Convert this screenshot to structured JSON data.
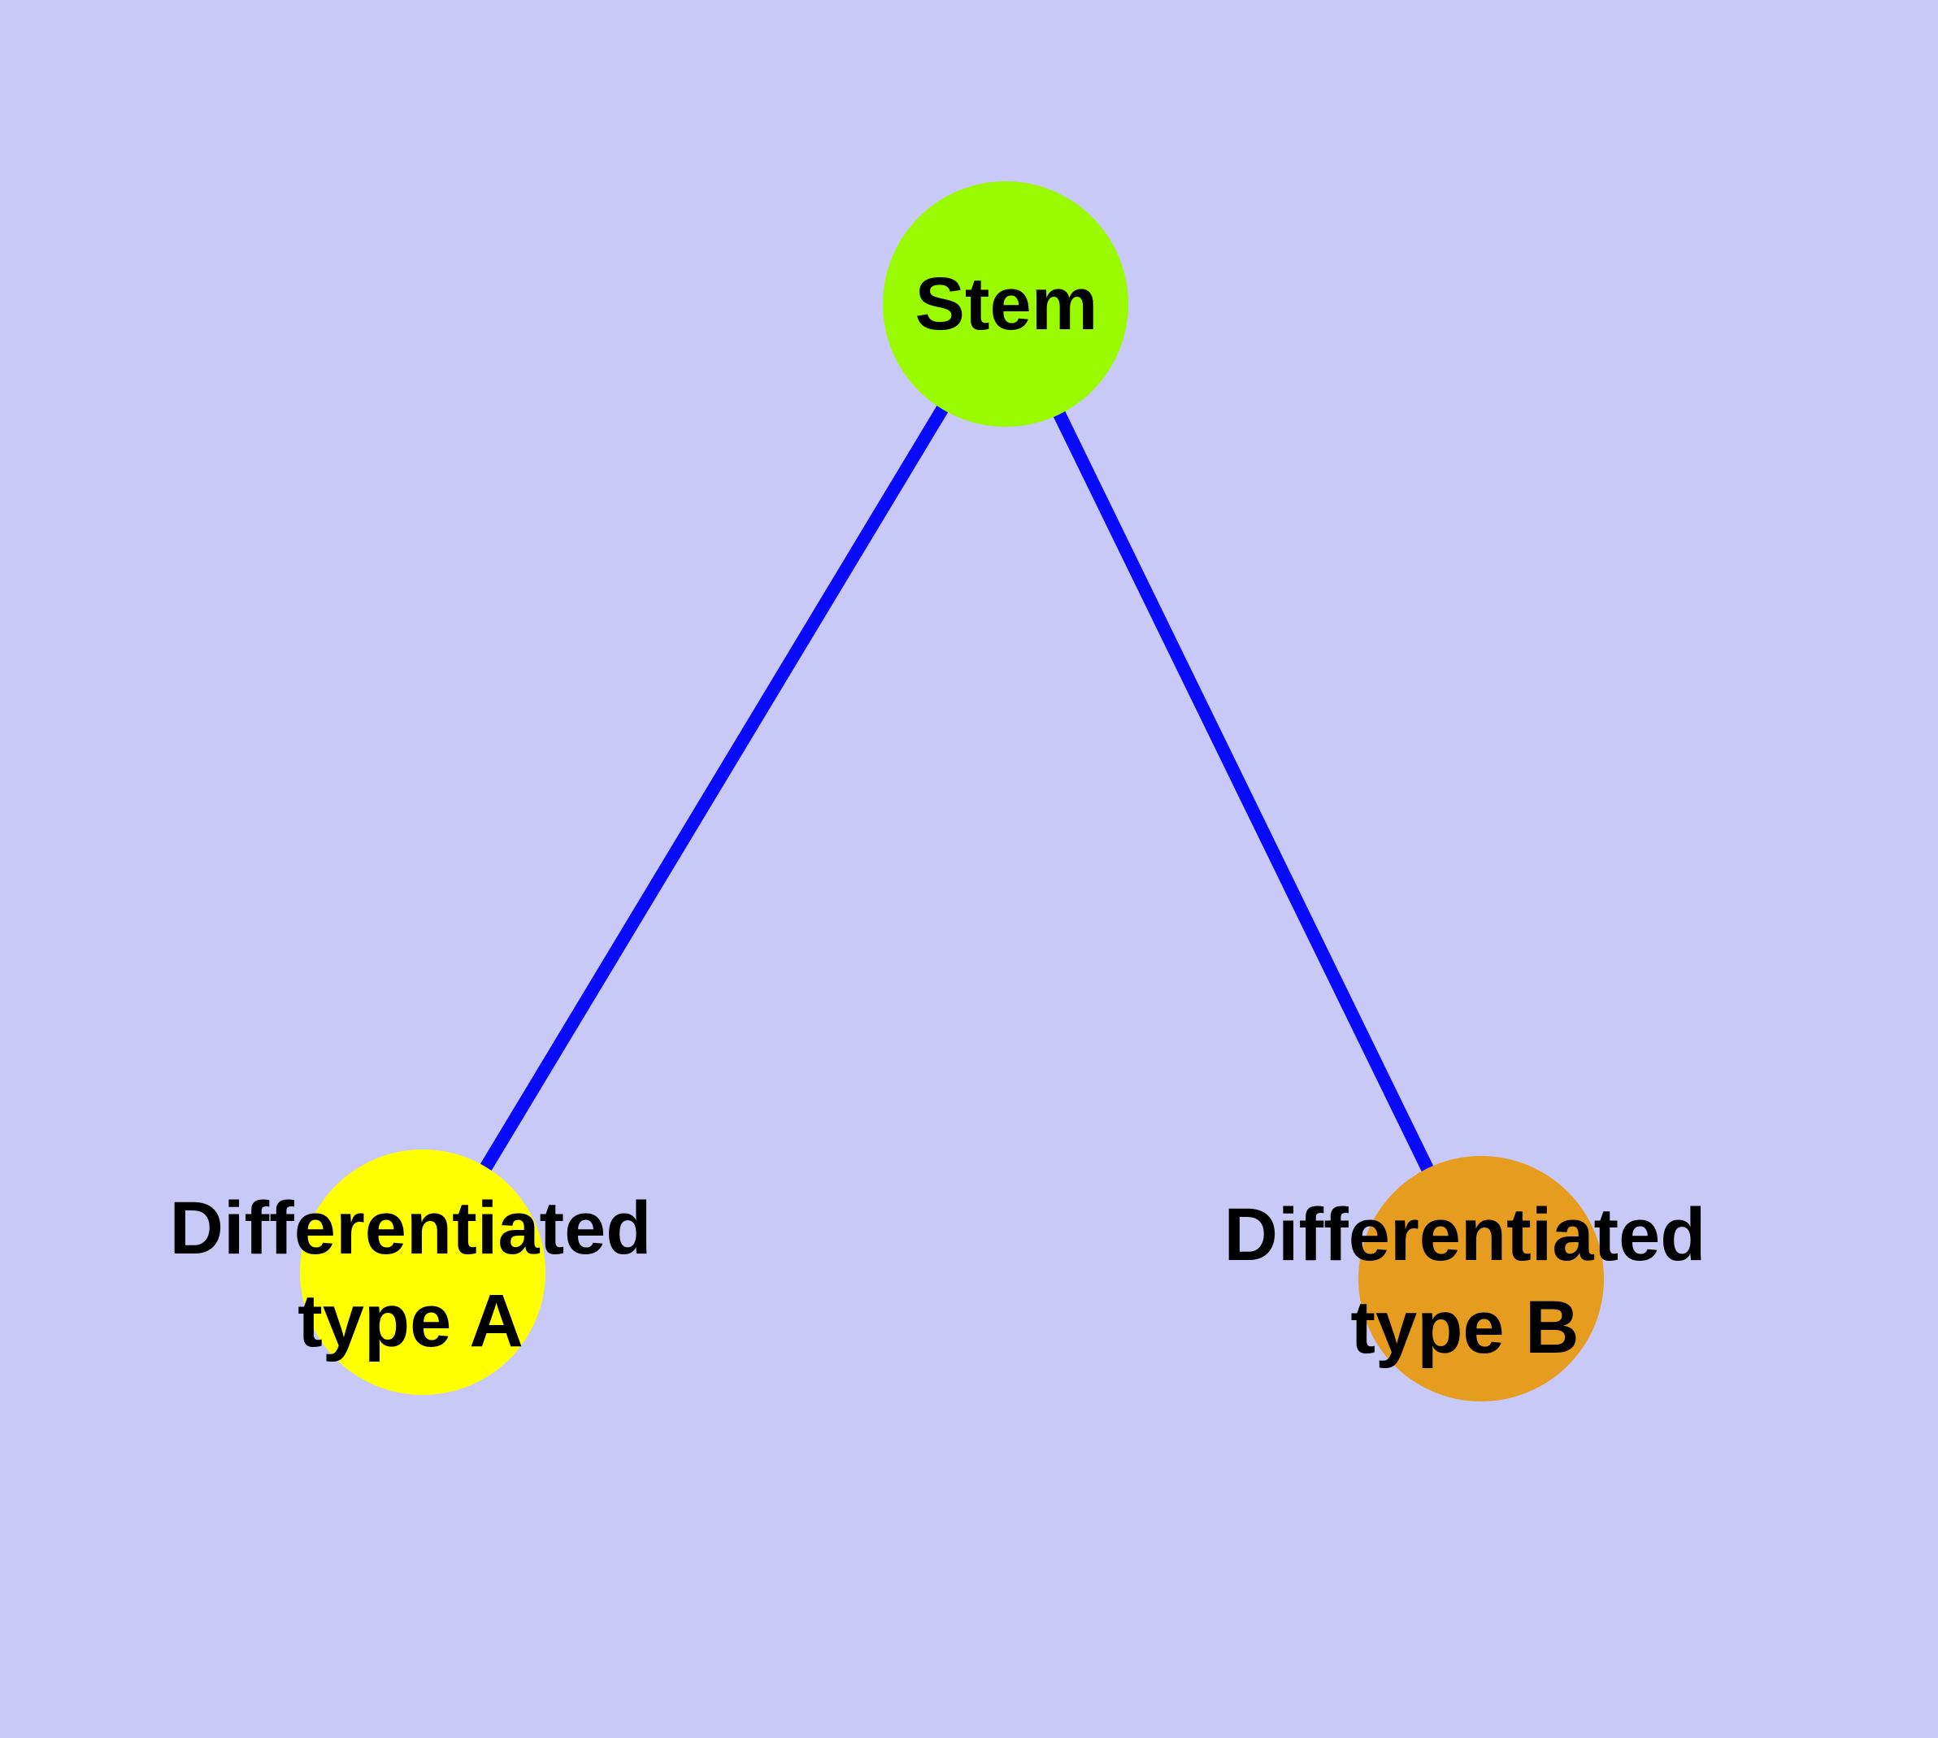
{
  "diagram": {
    "background_color": "#C9C9F8",
    "edge_color": "#0A0AFA",
    "node_border_color": "#6E6E6E",
    "nodes": {
      "stem": {
        "label": "Stem",
        "fill": "#9AFA00"
      },
      "type_a": {
        "label_line1": "Differentiated",
        "label_line2": "type A",
        "fill": "#FFFF00"
      },
      "type_b": {
        "label_line1": "Differentiated",
        "label_line2": "type B",
        "fill": "#E69C1E"
      }
    },
    "edges": [
      {
        "from": "Stem",
        "to": "Differentiated type A"
      },
      {
        "from": "Stem",
        "to": "Differentiated type B"
      }
    ]
  }
}
